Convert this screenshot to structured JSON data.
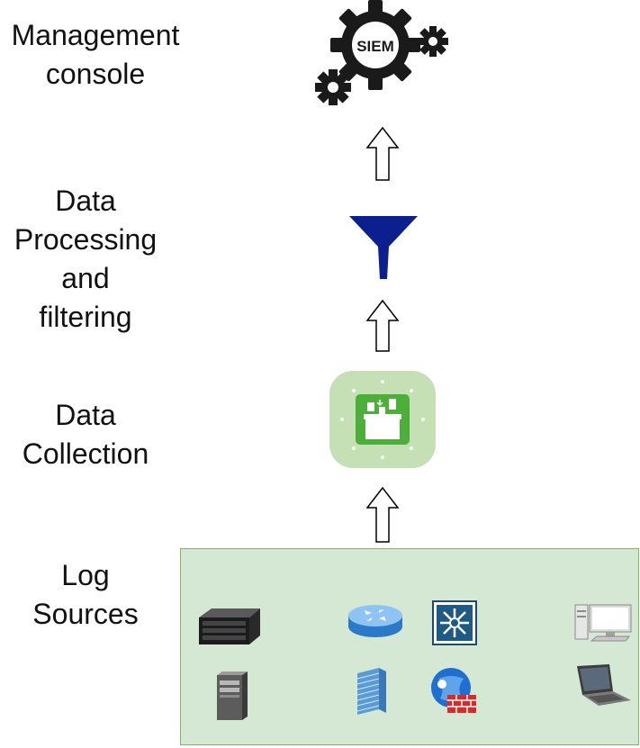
{
  "labels": {
    "management": [
      "Management",
      "console"
    ],
    "processing": [
      "Data",
      "Processing",
      "and",
      "filtering"
    ],
    "collection": [
      "Data",
      "Collection"
    ],
    "sources": [
      "Log",
      "Sources"
    ]
  },
  "siem_icon": {
    "text": "SIEM",
    "icon": "gears-icon",
    "color": "#1a1a1a"
  },
  "filter_icon": {
    "icon": "funnel-icon",
    "color": "#0b1f8f"
  },
  "collection_icon": {
    "icon": "data-collection-icon",
    "bg": "#c5e0b4",
    "accent": "#4caf3a"
  },
  "log_sources": {
    "box_fill": "#d5e8d4",
    "box_border": "#82b366",
    "devices": [
      "rack-server-icon",
      "router-icon",
      "switch-icon",
      "desktop-icon",
      "tower-server-icon",
      "firewall-icon",
      "web-firewall-icon",
      "laptop-icon"
    ]
  }
}
